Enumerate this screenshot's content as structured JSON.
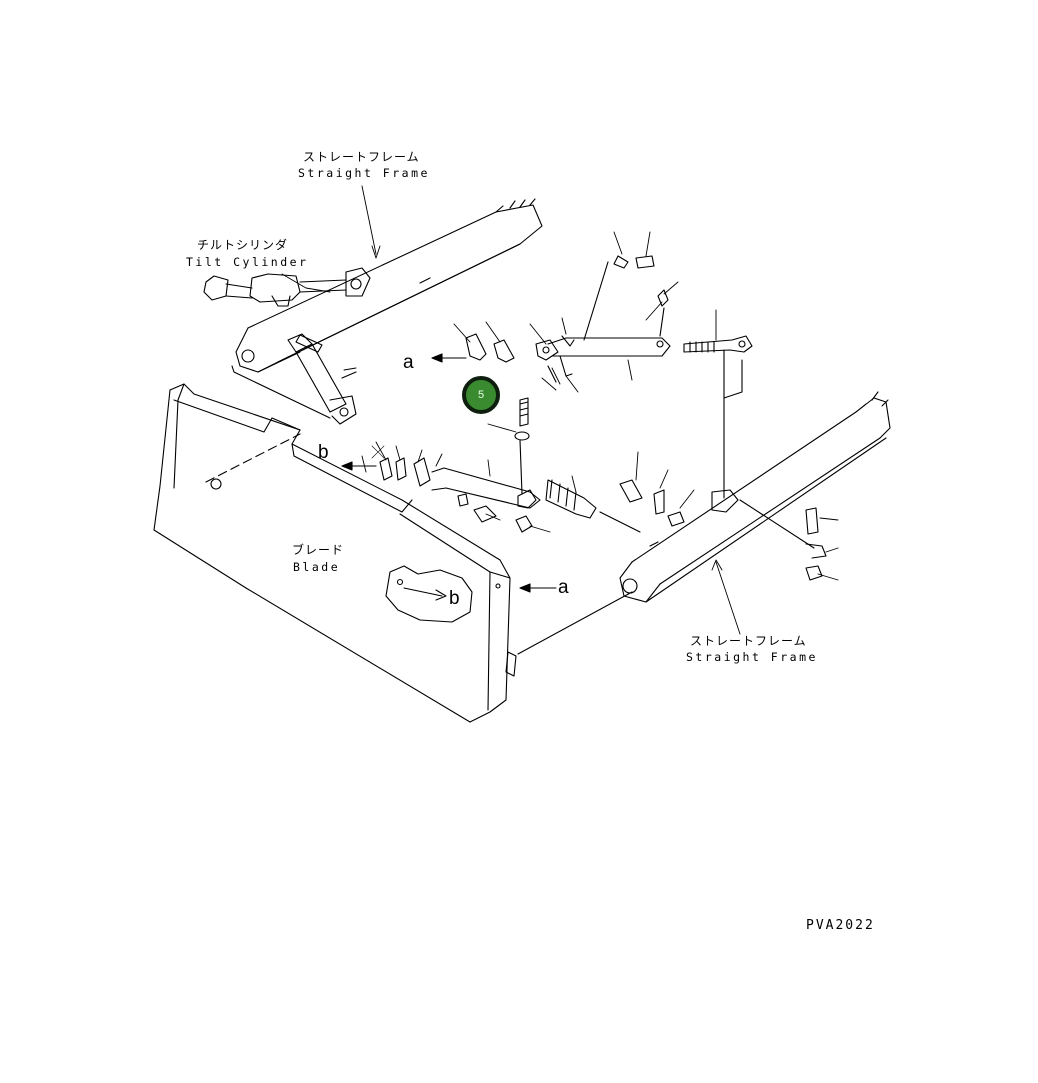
{
  "labels": {
    "straight_frame_top_jp": "ストレートフレーム",
    "straight_frame_top_en": "Straight Frame",
    "tilt_cylinder_jp": "チルトシリンダ",
    "tilt_cylinder_en": "Tilt Cylinder",
    "blade_jp": "ブレード",
    "blade_en": "Blade",
    "straight_frame_right_jp": "ストレートフレーム",
    "straight_frame_right_en": "Straight Frame"
  },
  "view_refs": {
    "a_upper": "a",
    "b_left": "b",
    "b_inset": "b",
    "a_blade": "a"
  },
  "callout": {
    "number": "5",
    "color": "#3a8a30"
  },
  "drawing_code": "PVA2022"
}
